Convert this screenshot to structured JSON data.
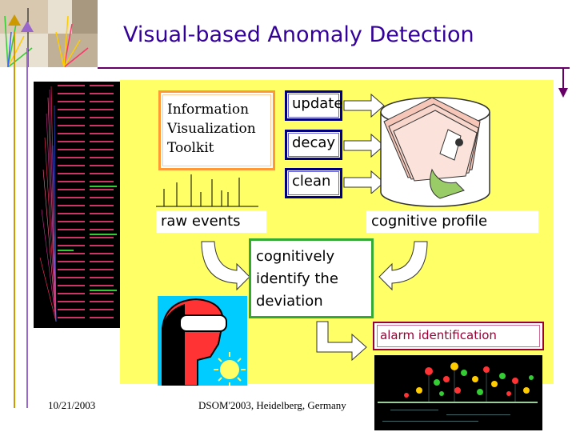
{
  "title": "Visual-based Anomaly Detection",
  "diagram": {
    "toolkit": [
      "Information",
      "Visualization",
      "Toolkit"
    ],
    "buttons": {
      "update": "update",
      "decay": "decay",
      "clean": "clean"
    },
    "raw_events": "raw events",
    "cognitive_profile": "cognitive profile",
    "identify": [
      "cognitively",
      "identify the",
      "deviation"
    ],
    "alarm": "alarm identification"
  },
  "footer": {
    "date": "10/21/2003",
    "conference": "DSOM'2003, Heidelberg, Germany"
  },
  "colors": {
    "title": "#330099",
    "panel": "#ffff66",
    "toolkit_border": "#ff9933",
    "button_border": "#000080",
    "identify_border": "#33aa33",
    "alarm_border": "#990033"
  },
  "icons": [
    "logo-graph-icon",
    "arrow-icon",
    "document-cylinder-icon",
    "person-goggles-icon",
    "log-window-icon",
    "visualization-icon"
  ]
}
